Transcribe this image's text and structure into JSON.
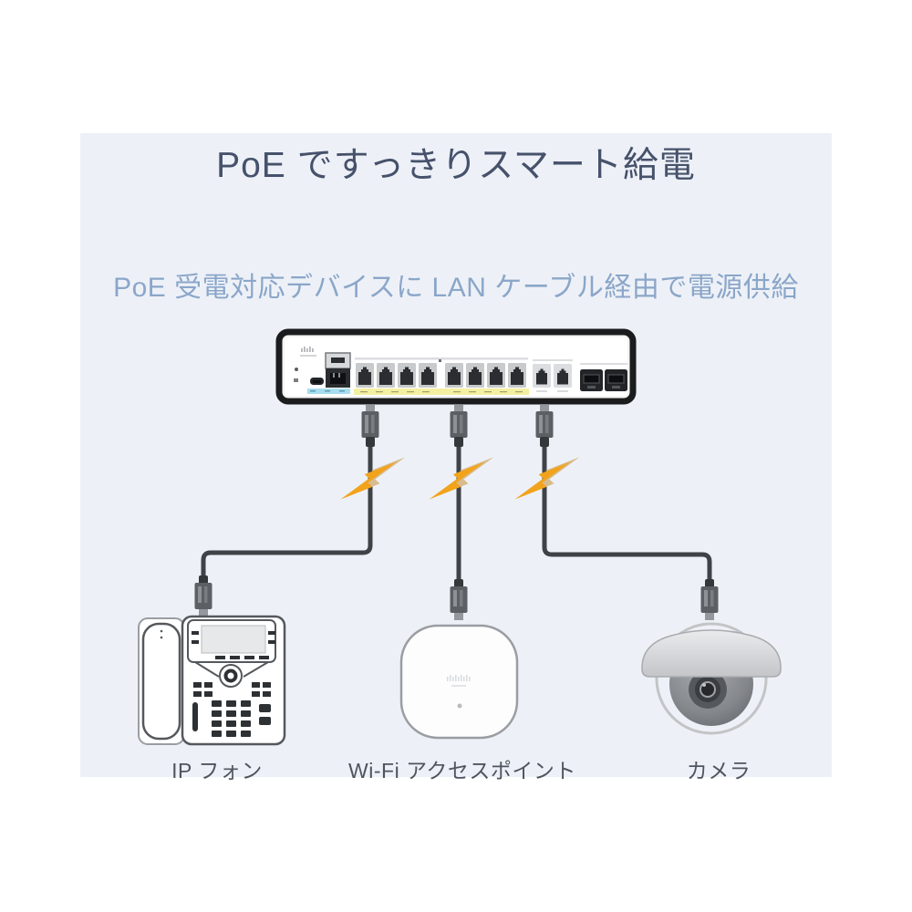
{
  "page": {
    "background": "#ffffff",
    "panel_background": "#edf1f7"
  },
  "header": {
    "title": "PoE ですっきりスマート給電",
    "subtitle": "PoE 受電対応デバイスに LAN ケーブル経由で電源供給"
  },
  "colors": {
    "title_text": "#46516b",
    "subtitle_text": "#8ba6c9",
    "device_label_text": "#4f555f",
    "cable": "#3f4347",
    "bolt_orange": "#f2a31c",
    "bolt_tan": "#d9bb8e",
    "poe_port_strip_yellow": "#f4f0a2",
    "switch_frame_black": "#1b1c1e",
    "console_label_blue": "#a8ddf0"
  },
  "switch": {
    "icon": "poe-switch-icon",
    "poe_ports": 8,
    "uplink_ports": 2,
    "sfp_ports": 2
  },
  "devices": [
    {
      "id": "ip-phone",
      "label": "IP フォン",
      "icon": "ip-phone-icon"
    },
    {
      "id": "wifi-ap",
      "label": "Wi-Fi アクセスポイント",
      "icon": "wifi-ap-icon"
    },
    {
      "id": "camera",
      "label": "カメラ",
      "icon": "dome-camera-icon"
    }
  ],
  "connections": [
    {
      "from": "switch",
      "to": "ip-phone",
      "cable": "lan-cable",
      "overlay": "power-bolt-icon"
    },
    {
      "from": "switch",
      "to": "wifi-ap",
      "cable": "lan-cable",
      "overlay": "power-bolt-icon"
    },
    {
      "from": "switch",
      "to": "camera",
      "cable": "lan-cable",
      "overlay": "power-bolt-icon"
    }
  ]
}
